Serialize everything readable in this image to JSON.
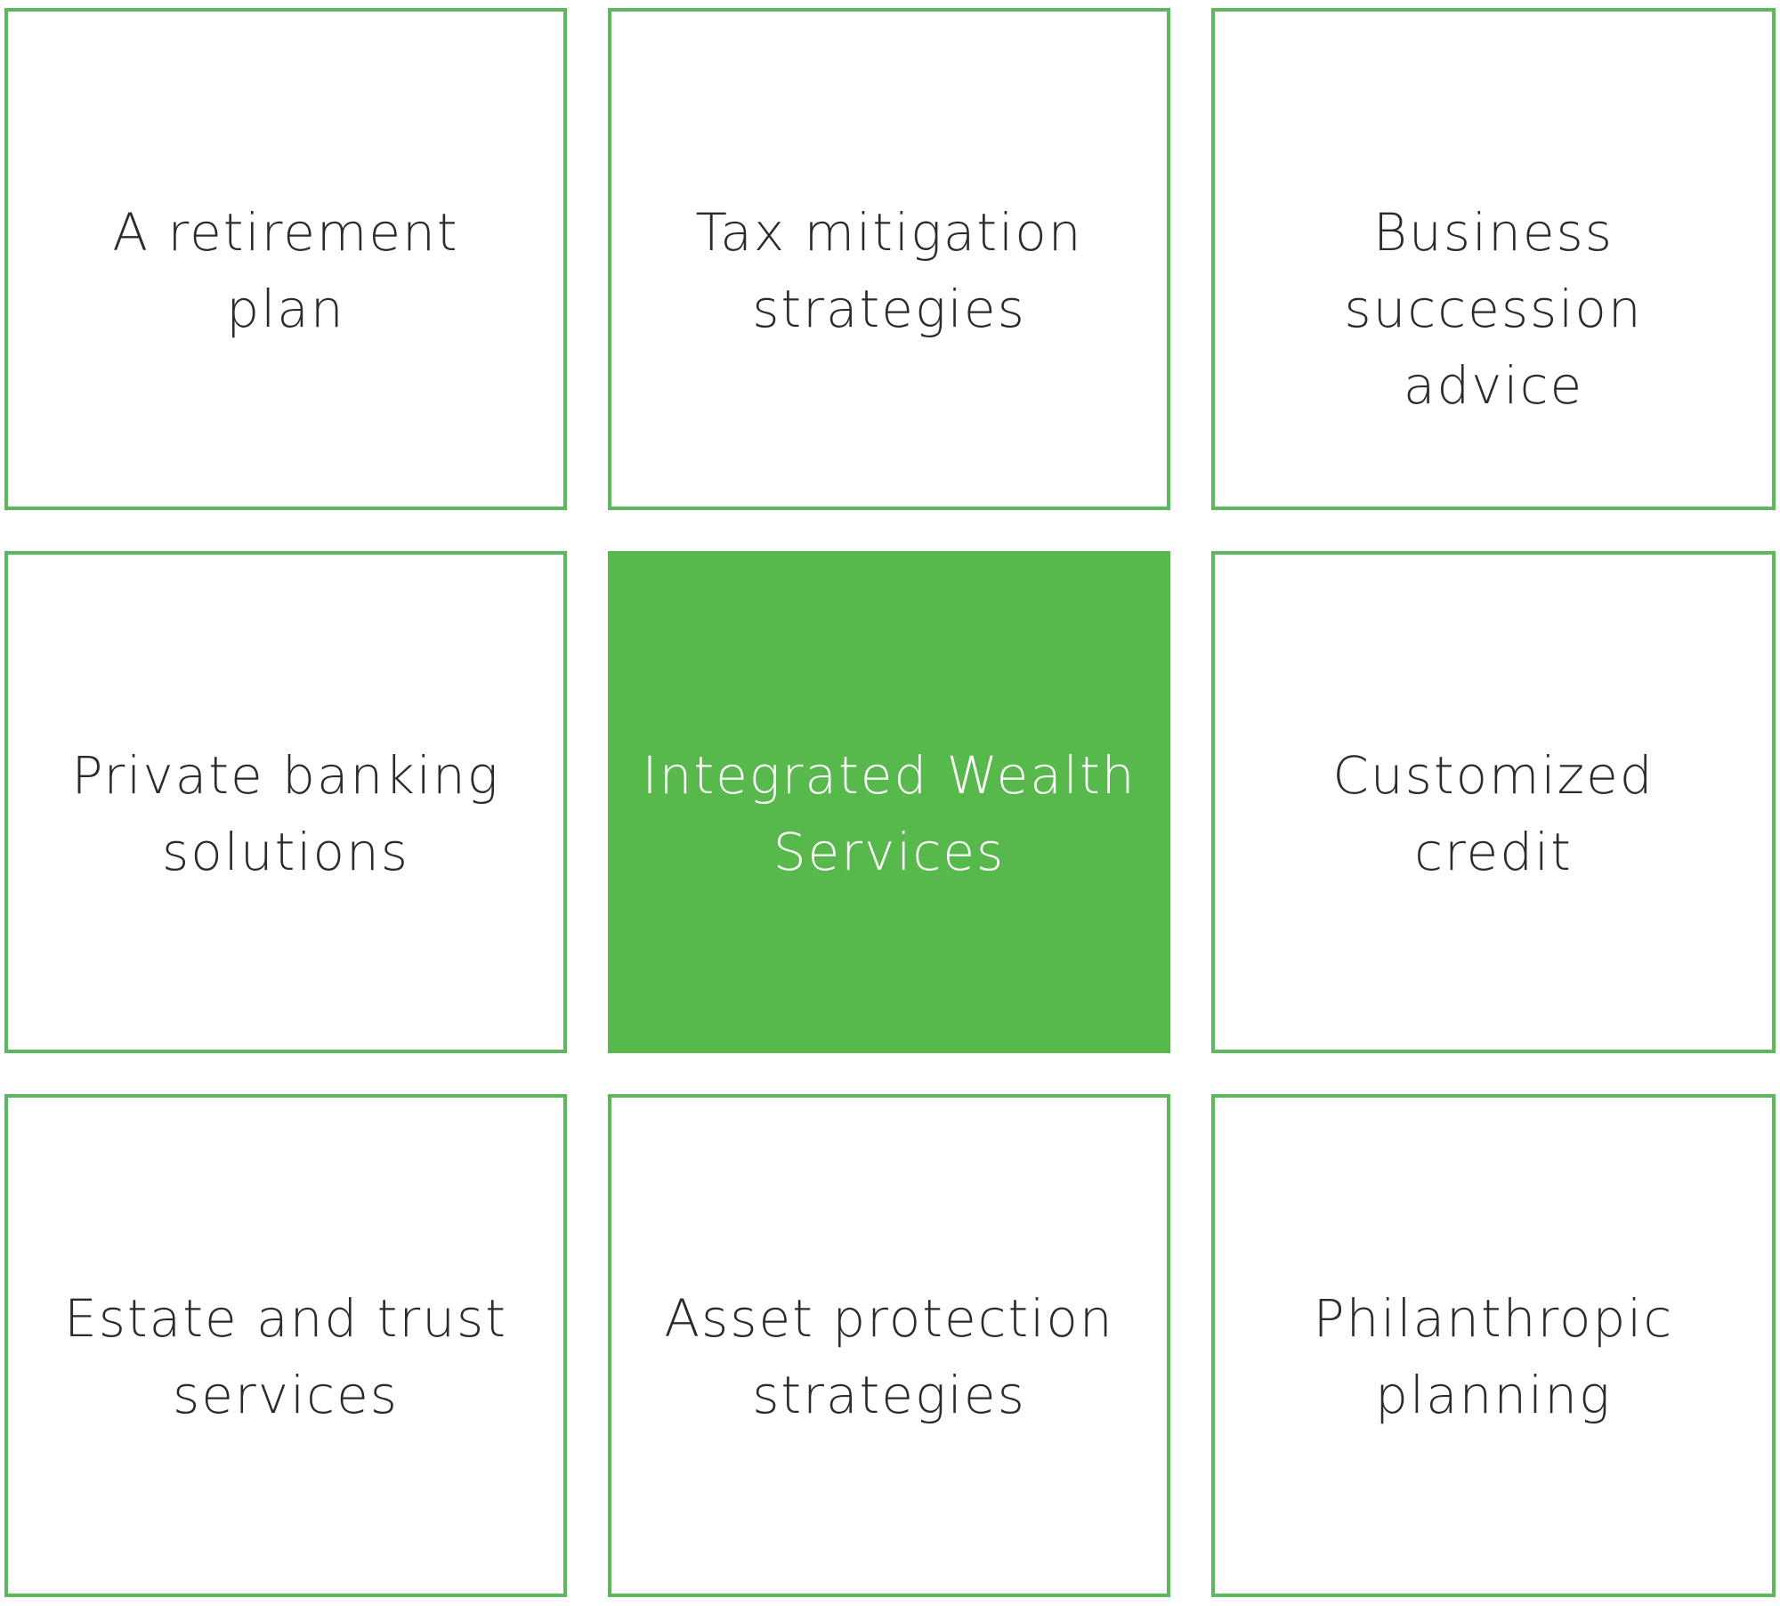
{
  "tiles": [
    {
      "label": "A retirement\nplan"
    },
    {
      "label": "Tax mitigation\nstrategies"
    },
    {
      "label": "Business succession\nadvice"
    },
    {
      "label": "Private banking\nsolutions"
    },
    {
      "label": "Integrated Wealth\nServices"
    },
    {
      "label": "Customized\ncredit"
    },
    {
      "label": "Estate and trust\nservices"
    },
    {
      "label": "Asset protection\nstrategies"
    },
    {
      "label": "Philanthropic\nplanning"
    }
  ],
  "colors": {
    "accent": "#57b84b",
    "border": "#5cb85c",
    "text": "#2b2b2b",
    "highlight_text": "#ffffff"
  }
}
